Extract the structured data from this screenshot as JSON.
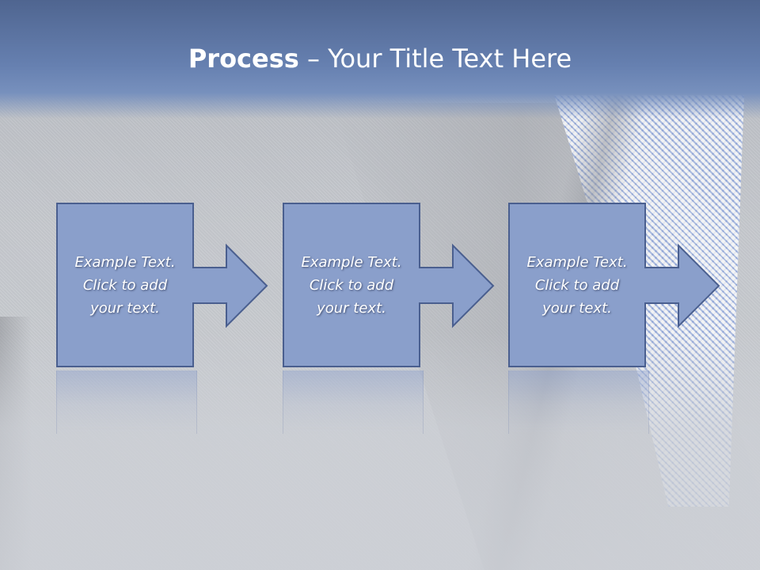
{
  "title": {
    "bold": "Process",
    "rest": " – Your Title Text Here"
  },
  "steps": [
    {
      "text": "Example Text.\nClick  to add\nyour text."
    },
    {
      "text": "Example Text.\nClick  to add\nyour text."
    },
    {
      "text": "Example Text.\nClick  to add\nyour text."
    }
  ],
  "colors": {
    "header": "#6680b0",
    "box_fill": "#8a9fcb",
    "box_stroke": "#4a5f8f"
  }
}
